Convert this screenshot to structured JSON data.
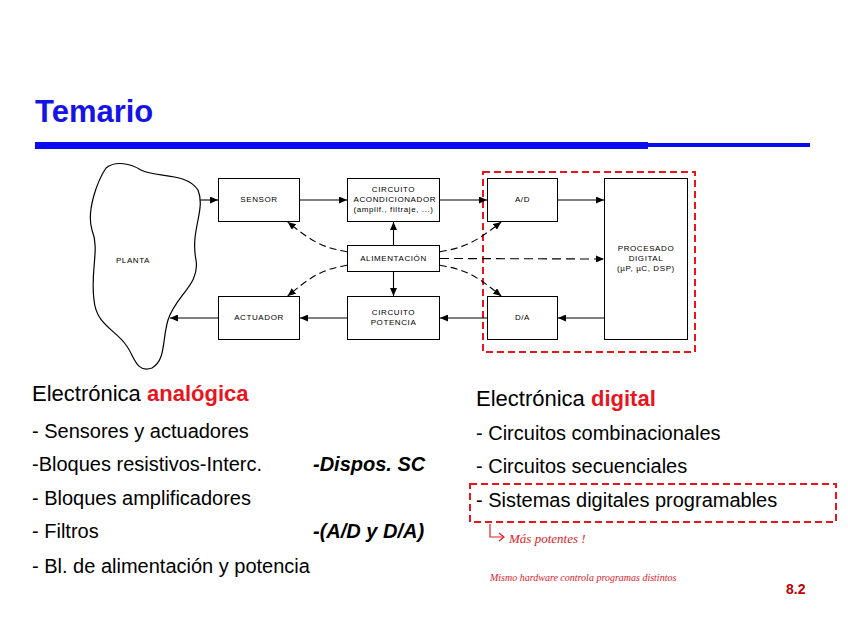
{
  "diagram": {
    "title": "Temario",
    "nodes": [
      {
        "text": [
          "PLANTA"
        ]
      },
      {
        "text": [
          "SENSOR"
        ]
      },
      {
        "text": [
          "CIRCUITO ACONDICIONADOR",
          "(amplif., filtraje, ...)"
        ]
      },
      {
        "text": [
          "A/D"
        ]
      },
      {
        "text": [
          "PROCESADO DIGITAL",
          "(µP, µC, DSP)"
        ]
      },
      {
        "text": [
          "ALIMENTACIÓN"
        ]
      },
      {
        "text": [
          "ACTUADOR"
        ]
      },
      {
        "text": [
          "CIRCUITO POTENCIA"
        ]
      },
      {
        "text": [
          "D/A"
        ]
      }
    ],
    "edges": [
      {
        "from": 0,
        "to": 1,
        "arrow": "to"
      },
      {
        "from": 1,
        "to": 2,
        "arrow": "to"
      },
      {
        "from": 2,
        "to": 3,
        "arrow": "to"
      },
      {
        "from": 3,
        "to": 4,
        "arrow": "to"
      },
      {
        "from": 4,
        "to": 8,
        "arrow": "to"
      },
      {
        "from": 8,
        "to": 7,
        "arrow": "to"
      },
      {
        "from": 7,
        "to": 6,
        "arrow": "to"
      },
      {
        "from": 6,
        "to": 0,
        "arrow": "to"
      },
      {
        "from": 5,
        "to": 2,
        "arrow": "to"
      },
      {
        "from": 5,
        "to": 7,
        "arrow": "to"
      },
      {
        "from": 5,
        "to": 1,
        "arrow": "to"
      },
      {
        "from": 5,
        "to": 6,
        "arrow": "to"
      },
      {
        "from": 5,
        "to": 3,
        "arrow": "to"
      },
      {
        "from": 5,
        "to": 8,
        "arrow": "to"
      },
      {
        "from": 5,
        "to": 4,
        "arrow": "to"
      }
    ],
    "labels": [
      "Electrónica",
      "analógica",
      "- Sensores y actuadores",
      "-Bloques resistivos-Interc.",
      "-Dispos. SC",
      "- Bloques amplificadores",
      "- Filtros",
      "-(A/D y D/A)",
      "- Bl. de alimentación y potencia",
      "Electrónica",
      "digital",
      "- Circuitos combinacionales",
      "- Circuitos secuenciales",
      "- Sistemas digitales programables",
      "Más potentes !",
      "Mismo hardware controla programas distintos",
      "8.2"
    ]
  }
}
